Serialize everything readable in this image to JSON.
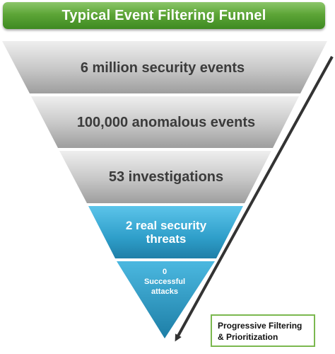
{
  "title": "Typical Event Filtering Funnel",
  "segments": [
    {
      "label": "6 million security events",
      "color": "#b4b4b4"
    },
    {
      "label": "100,000 anomalous events",
      "color": "#b4b4b4"
    },
    {
      "label": "53 investigations",
      "color": "#b4b4b4"
    },
    {
      "label": "2 real security threats",
      "color": "#2fa3cc"
    },
    {
      "label_line1": "0",
      "label_line2": "Successful",
      "label_line3": "attacks",
      "color": "#2b9ec2"
    }
  ],
  "legend": {
    "line1": "Progressive Filtering",
    "line2": "& Prioritization"
  },
  "colors": {
    "title_green": "#5da537",
    "legend_border": "#7bb84f",
    "arrow": "#333333"
  }
}
